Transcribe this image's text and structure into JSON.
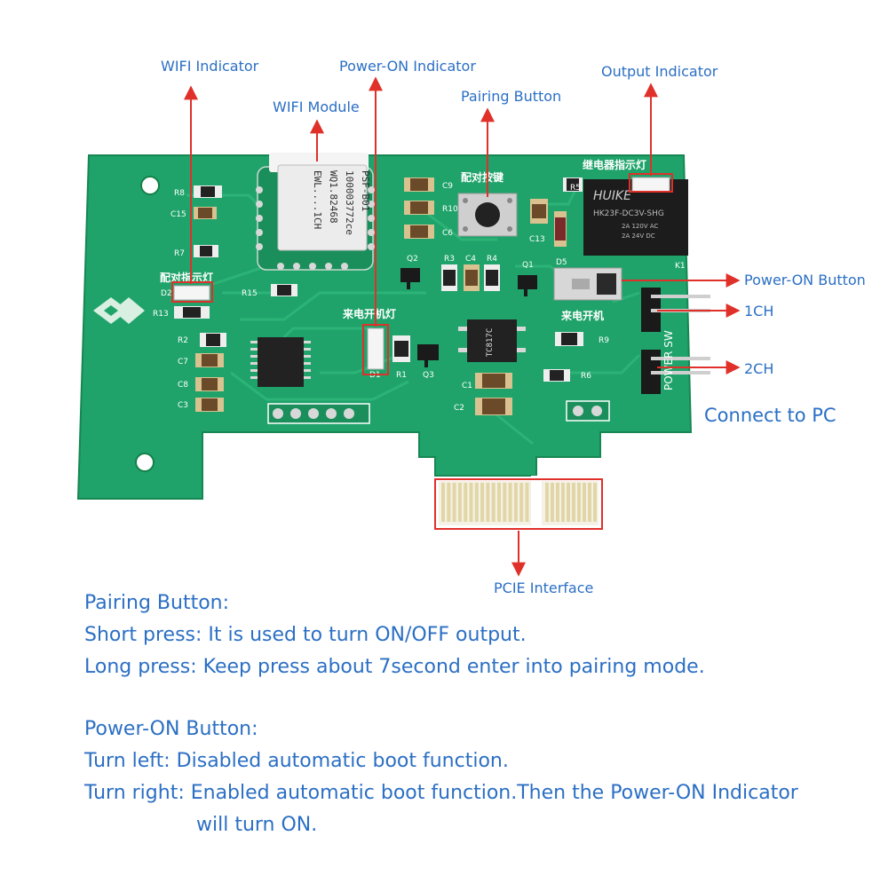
{
  "callouts": {
    "wifi_indicator": "WIFI Indicator",
    "power_on_indicator": "Power-ON Indicator",
    "wifi_module": "WIFI Module",
    "pairing_button": "Pairing Button",
    "output_indicator": "Output Indicator",
    "power_on_button": "Power-ON Button",
    "ch1": "1CH",
    "ch2": "2CH",
    "connect_to_pc": "Connect to PC",
    "pcie_interface": "PCIE Interface"
  },
  "board_silkscreen": {
    "pairing_button_cn": "配对按键",
    "relay_indicator_cn": "继电器指示灯",
    "pairing_indicator_cn": "配对指示灯",
    "power_indicator_cn": "来电开机灯",
    "power_switch_cn": "来电开机",
    "module_line1": "PSF-B01",
    "module_line2": "100003772ce",
    "module_line3": "WQ1.82468",
    "module_line4": "EWL....1CH",
    "relay_line1": "HUIKE",
    "relay_line2": "HK23F-DC3V-SHG",
    "relay_line3": "2A 120V AC",
    "relay_line4": "2A 24V DC",
    "header_text": "POWER SW",
    "chip_text": "TC817C",
    "refs": [
      "R8",
      "C15",
      "R7",
      "D2",
      "R13",
      "R15",
      "R2",
      "C7",
      "C8",
      "C3",
      "C9",
      "R10",
      "C6",
      "Q2",
      "R3",
      "C4",
      "R4",
      "Q1",
      "C13",
      "R5",
      "D5",
      "K1",
      "D1",
      "R1",
      "Q3",
      "C1",
      "C2",
      "R9",
      "R6"
    ]
  },
  "pairing_section": {
    "heading": "Pairing Button:",
    "line1": "Short press: It is used to turn ON/OFF output.",
    "line2": "Long press: Keep press about 7second enter into pairing mode."
  },
  "power_section": {
    "heading": "Power-ON Button:",
    "line1": "Turn left: Disabled automatic boot function.",
    "line2": "Turn right: Enabled automatic boot function.Then the Power-ON Indicator",
    "line3": "will turn ON."
  },
  "colors": {
    "pcb": "#1fa36a",
    "pcb_dark": "#178a57",
    "trace": "#2cb377",
    "text_blue": "#2b6fc4",
    "callout_red": "#e0302a",
    "gold": "#e8d8a0"
  }
}
